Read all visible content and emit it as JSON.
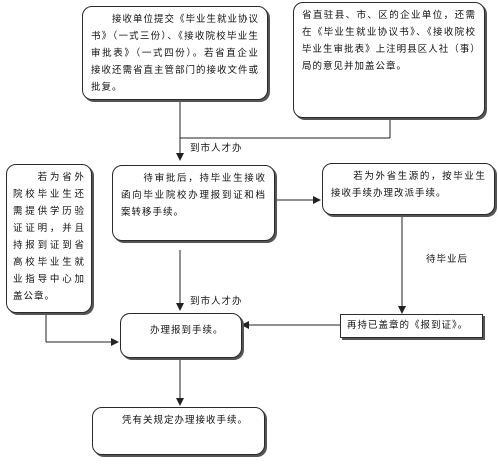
{
  "boxes": {
    "top_left": "　　接收单位提交《毕业生就业协议书》（一式三份）、《接收院校毕业生审批表》（一式四份）。若省直企业接收还需省直主管部门的接收文件或批复。",
    "top_right": "省直驻县、市、区的企业单位，还需在《毕业生就业协议书》、《接收院校毕业生审批表》上注明县区人社（事）局的意见并加盖公章。",
    "middle_left": "　　若为省外院校毕业生还需提供学历验证证明，并且持报到证到省高校毕业生就业指导中心加盖公章。",
    "middle_center": "　　待审批后，持毕业生接收函向毕业院校办理报到证和档案转移手续。",
    "middle_right": "　　若为外省生源的，按毕业生接收手续办理改派手续。",
    "report": "　　办理报到手续。",
    "stamp_right": "再持已盖章的《报到证》。",
    "bottom": "　　凭有关规定办理接收手续。"
  },
  "labels": {
    "to_talent_1": "到市人才办",
    "to_talent_2": "到市人才办",
    "after_graduation": "待毕业后"
  },
  "colors": {
    "line": "#222222",
    "border": "#2a2a2a"
  }
}
